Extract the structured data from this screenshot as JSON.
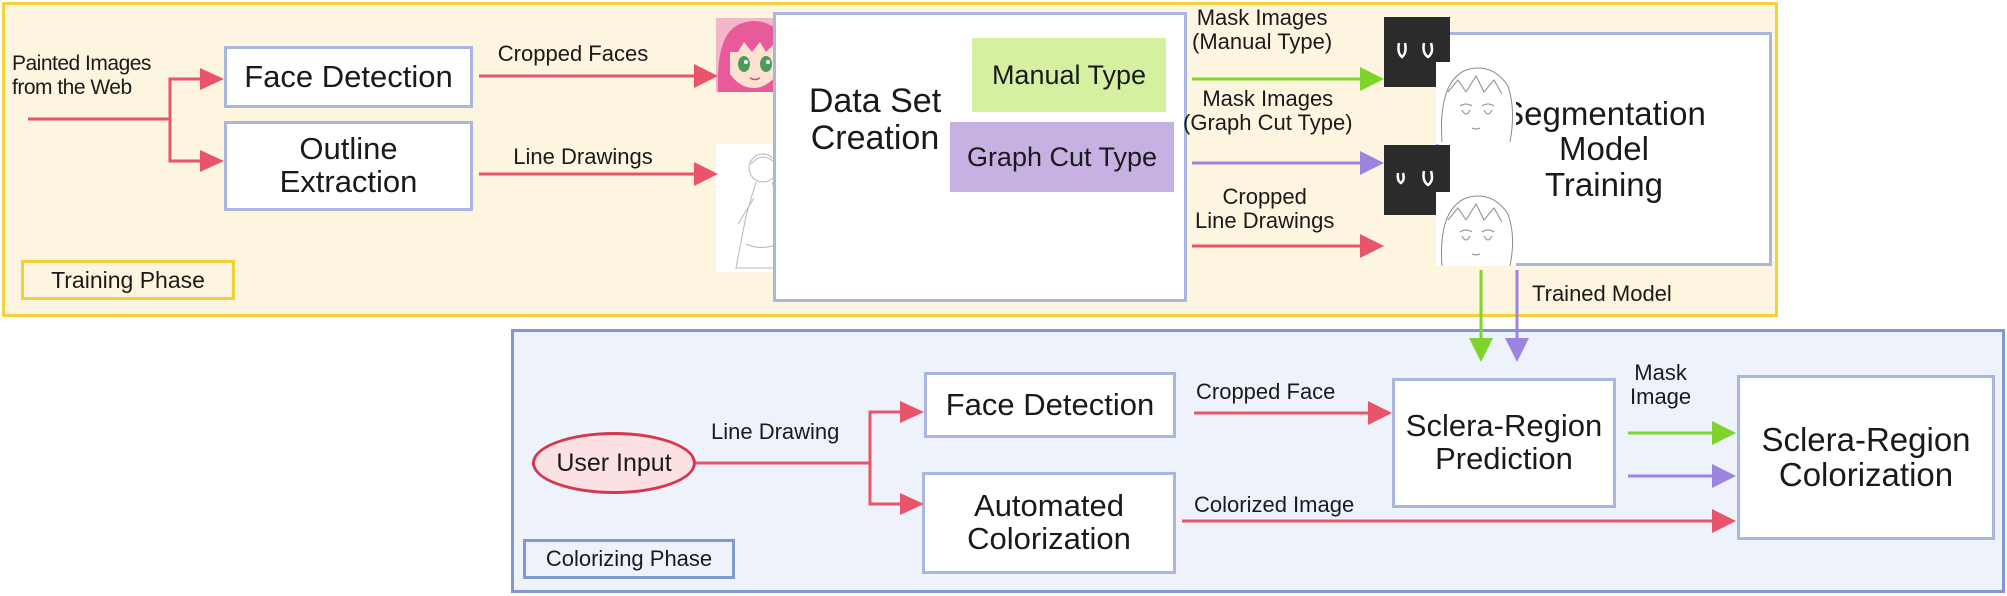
{
  "training": {
    "phase_label": "Training Phase",
    "input_label": "Painted Images\nfrom the Web",
    "face_detection": "Face Detection",
    "outline_extraction": "Outline\nExtraction",
    "cropped_faces": "Cropped Faces",
    "line_drawings": "Line Drawings",
    "data_set_creation": "Data Set\nCreation",
    "manual_type": "Manual Type",
    "graph_cut_type": "Graph Cut Type",
    "mask_manual": "Mask Images\n(Manual Type)",
    "mask_graphcut": "Mask Images\n(Graph Cut Type)",
    "cropped_line_drawings": "Cropped\nLine Drawings",
    "segmentation_training": "Segmentation\nModel\nTraining",
    "trained_model": "Trained Model"
  },
  "colorizing": {
    "phase_label": "Colorizing Phase",
    "user_input": "User Input",
    "line_drawing": "Line Drawing",
    "face_detection": "Face Detection",
    "automated_colorization": "Automated\nColorization",
    "cropped_face": "Cropped Face",
    "colorized_image": "Colorized Image",
    "sclera_prediction": "Sclera-Region\nPrediction",
    "mask_image": "Mask\nImage",
    "sclera_colorization": "Sclera-Region\nColorization"
  },
  "colors": {
    "training_bg": "#fdf5df",
    "training_border": "#f2d13a",
    "colorizing_bg": "#eef3fb",
    "colorizing_border": "#7f99cc",
    "box_border": "#a9b6dd",
    "manual_fill": "#d6f0a2",
    "graphcut_fill": "#c7b0e2",
    "arrow_red": "#e8546a",
    "arrow_green": "#7fd42c",
    "arrow_purple": "#9b85e0",
    "user_input_fill": "#fbe0e4",
    "user_input_border": "#d6364e"
  }
}
